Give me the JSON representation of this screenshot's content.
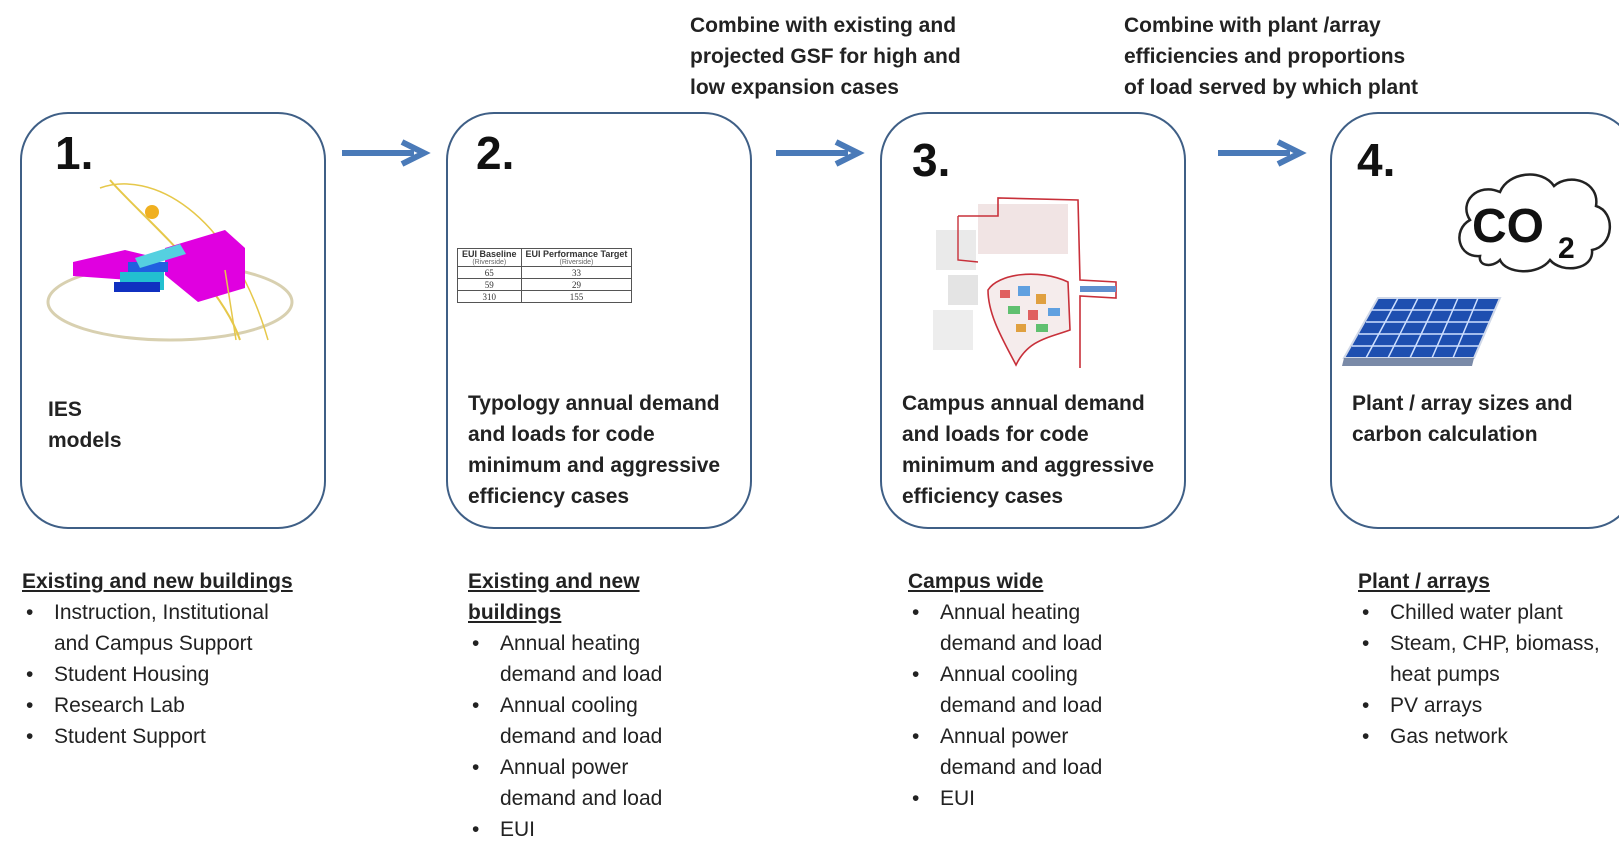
{
  "notes": {
    "between_2_3": [
      "Combine with existing and",
      "projected GSF for high and",
      "low expansion cases"
    ],
    "between_3_4": [
      "Combine with plant /array",
      "efficiencies and proportions",
      "of load served by which plant"
    ]
  },
  "steps": [
    {
      "number": "1.",
      "desc": [
        "IES",
        "models"
      ]
    },
    {
      "number": "2.",
      "desc": [
        "Typology annual demand",
        "and loads for code",
        "minimum and aggressive",
        "efficiency cases"
      ]
    },
    {
      "number": "3.",
      "desc": [
        "Campus annual demand",
        "and loads for code",
        "minimum and aggressive",
        "efficiency cases"
      ]
    },
    {
      "number": "4.",
      "desc": [
        "Plant / array sizes and",
        "carbon calculation"
      ]
    }
  ],
  "co2": {
    "main": "CO",
    "sub": "2"
  },
  "eui_table": {
    "headers": [
      {
        "title": "EUI Baseline",
        "sub": "(Riverside)"
      },
      {
        "title": "EUI Performance Target",
        "sub": "(Riverside)"
      }
    ],
    "rows": [
      [
        "65",
        "33"
      ],
      [
        "59",
        "29"
      ],
      [
        "310",
        "155"
      ]
    ]
  },
  "lists": [
    {
      "heading": "Existing and new buildings",
      "items": [
        "Instruction, Institutional",
        "and Campus Support",
        "Student Housing",
        "Research Lab",
        "Student Support"
      ]
    },
    {
      "heading_lines": [
        "Existing and new",
        "buildings"
      ],
      "items": [
        "Annual heating",
        "demand and load",
        "Annual cooling",
        "demand and load",
        "Annual power",
        "demand and load",
        "EUI"
      ]
    },
    {
      "heading": "Campus wide",
      "items": [
        "Annual heating",
        "demand and load",
        "Annual cooling",
        "demand and load",
        "Annual power",
        "demand and load",
        "EUI"
      ]
    },
    {
      "heading": "Plant / arrays",
      "items": [
        "Chilled water plant",
        "Steam, CHP, biomass,",
        "heat pumps",
        "PV arrays",
        "Gas network"
      ]
    }
  ],
  "colors": {
    "box_border": "#3f5f86",
    "arrow": "#4a7ab8",
    "magenta": "#e000e0",
    "panel_blue": "#1e4fb0"
  }
}
